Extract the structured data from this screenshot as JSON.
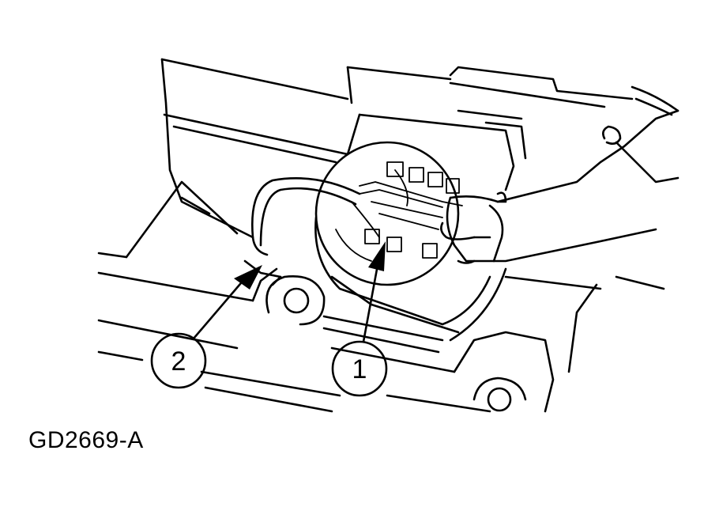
{
  "figure": {
    "id": "GD2669-A"
  },
  "callouts": [
    {
      "number": "1"
    },
    {
      "number": "2"
    }
  ],
  "colors": {
    "line": "#000000",
    "background": "#ffffff"
  }
}
